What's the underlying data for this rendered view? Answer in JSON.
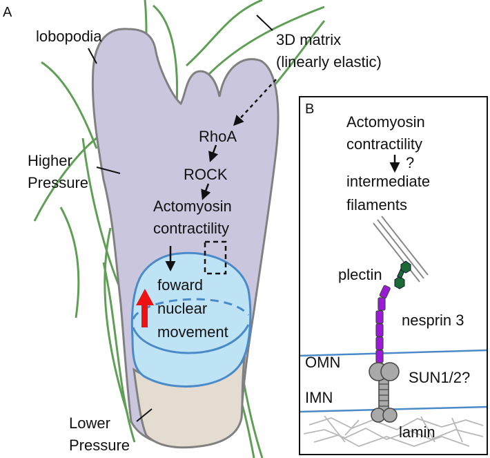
{
  "panel_a": {
    "letter": "A",
    "lobopodia": "lobopodia",
    "matrix_line1": "3D matrix",
    "matrix_line2": "(linearly elastic)",
    "higher_line1": "Higher",
    "higher_line2": "Pressure",
    "lower_line1": "Lower",
    "lower_line2": "Pressure",
    "rhoa": "RhoA",
    "rock": "ROCK",
    "acto_line1": "Actomyosin",
    "acto_line2": "contractility",
    "move_line1": "foward",
    "move_line2": "nuclear",
    "move_line3": "movement"
  },
  "panel_b": {
    "letter": "B",
    "acto_line1": "Actomyosin",
    "acto_line2": "contractility",
    "question": "?",
    "inter_line1": "intermediate",
    "inter_line2": "filaments",
    "plectin": "plectin",
    "nesprin": "nesprin 3",
    "omn": "OMN",
    "imn": "IMN",
    "sun": "SUN1/2?",
    "lamin": "lamin"
  },
  "colors": {
    "cell_body": "#c9c6dd",
    "cell_outline": "#808080",
    "nucleus_fill": "#bde3f5",
    "nucleus_outline": "#4a8ac8",
    "rear_fill": "#e4dcd0",
    "fiber": "#5e9e55",
    "arrow_red": "#ee1111",
    "nesprin": "#9b19d8",
    "plectin": "#1b6a36",
    "sun_grey": "#a9a9a9",
    "membrane_blue": "#4a8ac8"
  }
}
